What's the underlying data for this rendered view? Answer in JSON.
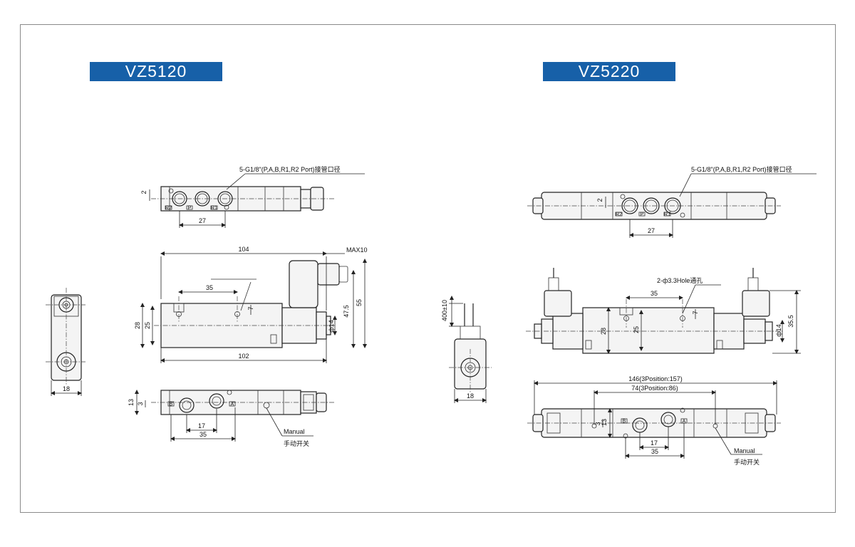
{
  "models": {
    "left": {
      "title": "VZ5120"
    },
    "right": {
      "title": "VZ5220"
    }
  },
  "colors": {
    "title_bg": "#1760a8",
    "title_text": "#ffffff",
    "frame": "#8a8a8a",
    "line": "#222222"
  },
  "labels": {
    "port_note": "5-G1/8\"(P,A,B,R1,R2 Port)接管口径",
    "manual_en": "Manual",
    "manual_cn": "手动开关",
    "hole_note": "2-ф3.3Hole通孔",
    "max10": "MAX10",
    "port_r2": "R2",
    "port_p": "P",
    "port_r1": "R1",
    "port_b": "B",
    "port_a": "A"
  },
  "dimensions": {
    "d2": "2",
    "d27": "27",
    "d104": "104",
    "d35": "35",
    "d7": "7",
    "d28": "28",
    "d25": "25",
    "d14": "ф14",
    "d47_5": "47.5",
    "d55": "55",
    "d102": "102",
    "d18": "18",
    "d13": "13",
    "d3": "3",
    "d17": "17",
    "d400": "400±10",
    "d35_5": "35.5",
    "d146": "146(3Position:157)",
    "d74": "74(3Position:86)"
  }
}
